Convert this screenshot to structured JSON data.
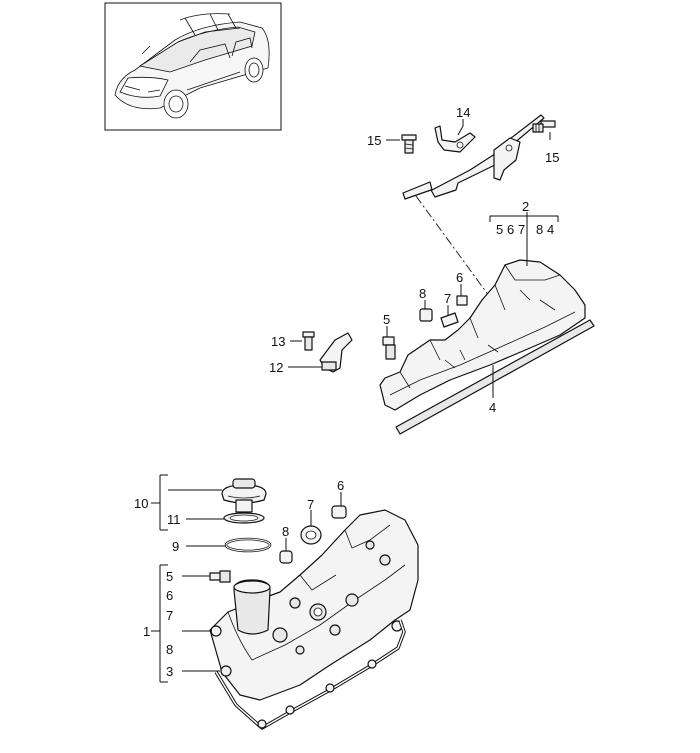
{
  "callouts": {
    "n15a": "15",
    "n15b": "15",
    "n14": "14",
    "n2": "2",
    "n2_sub": [
      "5",
      "6",
      "7",
      "8",
      "4"
    ],
    "n6_upper": "6",
    "n7_upper": "7",
    "n8_upper": "8",
    "n5_upper": "5",
    "n13": "13",
    "n12": "12",
    "n4": "4",
    "n10": "10",
    "n11": "11",
    "n9": "9",
    "n6_lower": "6",
    "n7_lower": "7",
    "n8_lower": "8",
    "n5_lower": "5",
    "n6_list": "6",
    "n7_list": "7",
    "n1": "1",
    "n8_list": "8",
    "n3": "3"
  }
}
